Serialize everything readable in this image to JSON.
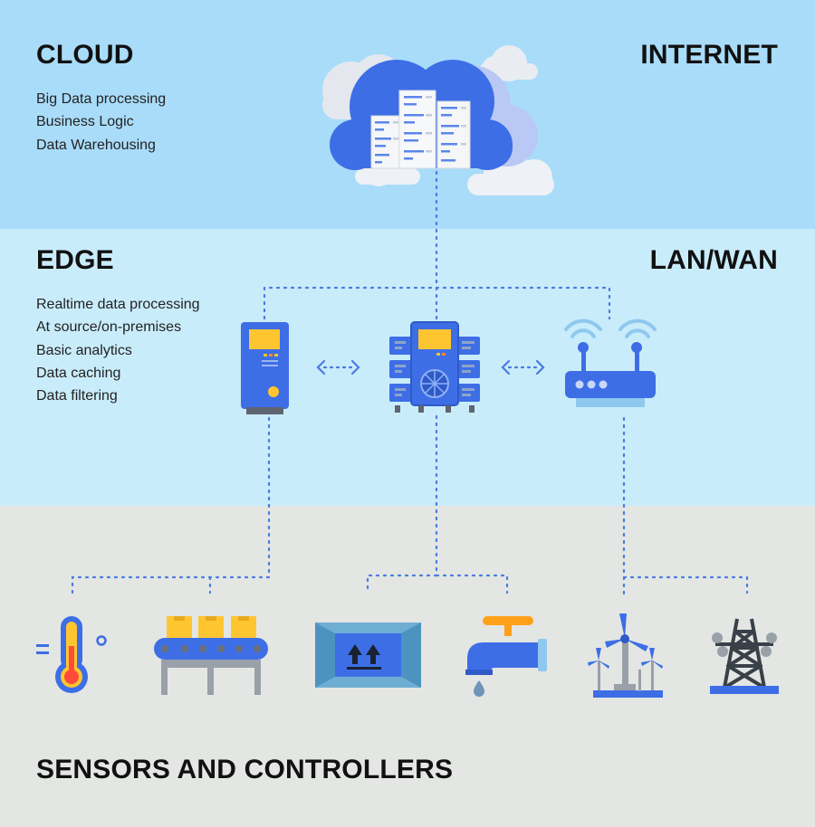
{
  "cloud": {
    "title": "CLOUD",
    "network_label": "INTERNET",
    "items": [
      "Big Data processing",
      "Business Logic",
      "Data Warehousing"
    ]
  },
  "edge": {
    "title": "EDGE",
    "network_label": "LAN/WAN",
    "items": [
      "Realtime data processing",
      "At source/on-premises",
      "Basic analytics",
      "Data caching",
      "Data filtering"
    ]
  },
  "sensors": {
    "title": "SENSORS AND CONTROLLERS"
  },
  "colors": {
    "cloud_band": "#a9dcf9",
    "edge_band": "#c9ecfb",
    "sensor_band": "#e3e6e3",
    "accent_blue": "#3d6ee6",
    "screen_yellow": "#ffc531",
    "connector": "#4a7be0"
  },
  "icons": {
    "cloud": "cloud-datacenter-icon",
    "edge_devices": [
      "tower-server-icon",
      "server-rack-icon",
      "wifi-router-icon"
    ],
    "sensors": [
      "thermometer-icon",
      "conveyor-belt-icon",
      "package-box-icon",
      "water-tap-icon",
      "wind-turbine-icon",
      "power-pylon-icon"
    ]
  }
}
